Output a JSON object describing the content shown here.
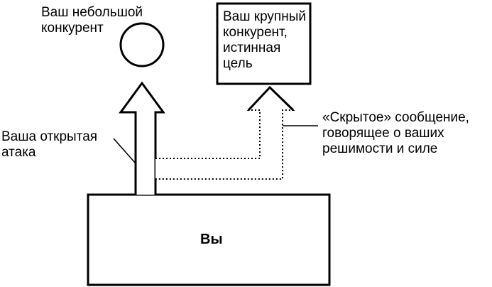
{
  "diagram": {
    "small_competitor": "Ваш небольшой\nконкурент",
    "large_competitor": "Ваш крупный\nконкурент,\nистинная\nцель",
    "open_attack": "Ваша открытая\nатака",
    "hidden_message": "«Скрытое» сообщение,\nговорящее о ваших\nрешимости и силе",
    "you": "Вы"
  }
}
